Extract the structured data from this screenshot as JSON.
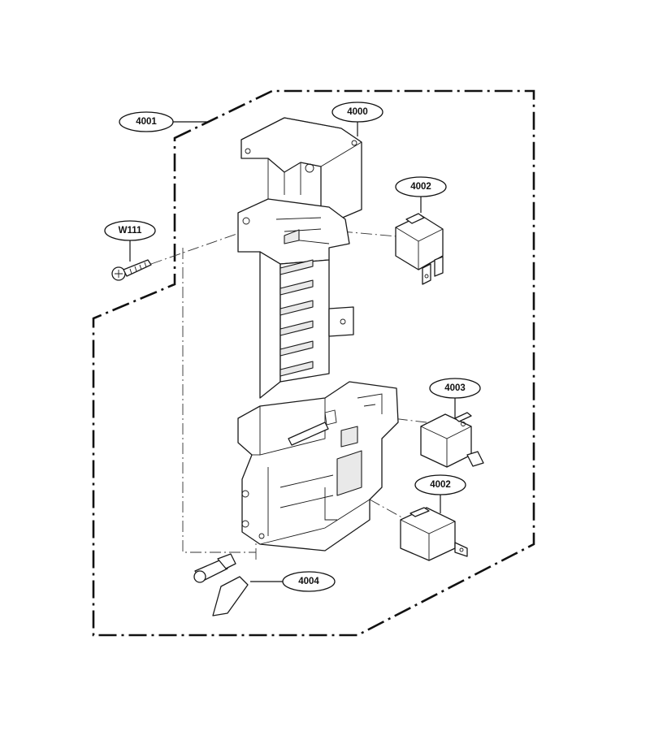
{
  "callouts": [
    {
      "id": "c4000",
      "label": "4000"
    },
    {
      "id": "c4001",
      "label": "4001"
    },
    {
      "id": "c4002a",
      "label": "4002"
    },
    {
      "id": "cw111",
      "label": "W111"
    },
    {
      "id": "c4003",
      "label": "4003"
    },
    {
      "id": "c4002b",
      "label": "4002"
    },
    {
      "id": "c4004",
      "label": "4004"
    }
  ]
}
